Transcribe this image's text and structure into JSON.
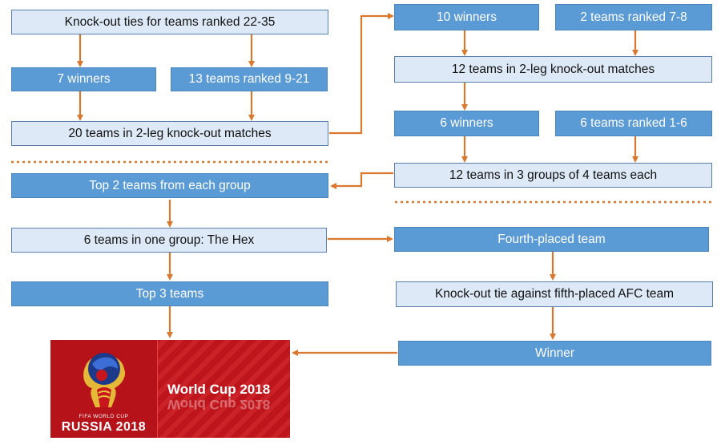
{
  "colors": {
    "light_box": "#dde9f6",
    "dark_box": "#5b9bd5",
    "arrow": "#d9792f",
    "poster_red": "#c8161d"
  },
  "boxes": {
    "ko_22_35": "Knock-out ties for teams ranked 22-35",
    "seven_winners": "7 winners",
    "ranked_9_21": "13 teams ranked 9-21",
    "twenty_teams": "20 teams in 2-leg knock-out matches",
    "ten_winners": "10 winners",
    "ranked_7_8": "2 teams ranked 7-8",
    "twelve_ko": "12 teams in 2-leg knock-out matches",
    "six_winners": "6 winners",
    "ranked_1_6": "6 teams ranked 1-6",
    "twelve_groups": "12 teams in 3 groups of 4 teams each",
    "top2": "Top 2 teams from each group",
    "hex": "6 teams in one group: The Hex",
    "fourth": "Fourth-placed team",
    "top3": "Top 3 teams",
    "ko_afc": "Knock-out tie against fifth-placed AFC team",
    "winner": "Winner"
  },
  "poster": {
    "title": "World Cup 2018",
    "brand_small": "FIFA WORLD CUP",
    "brand_large": "RUSSIA 2018"
  }
}
